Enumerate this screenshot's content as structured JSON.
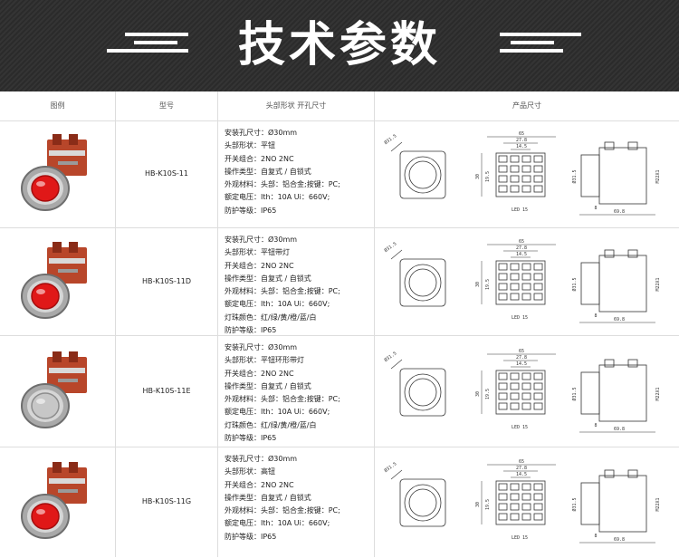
{
  "banner": {
    "title": "技术参数"
  },
  "header": {
    "col1": "图例",
    "col2": "型号",
    "col3": "头部形状  开孔尺寸",
    "col4": "产品尺寸"
  },
  "rows": [
    {
      "model": "HB-K10S-11",
      "specs": [
        "安装孔尺寸：Ø30mm",
        "头部形状：平钮",
        "开关组合：2NO 2NC",
        "操作类型：自复式 / 自锁式",
        "外观材料：头部：铝合金;按键：PC;",
        "额定电压：Ith：10A Ui：660V;",
        "防护等级：IP65"
      ]
    },
    {
      "model": "HB-K10S-11D",
      "specs": [
        "安装孔尺寸：Ø30mm",
        "头部形状：平钮带灯",
        "开关组合：2NO 2NC",
        "操作类型：自复式 / 自锁式",
        "外观材料：头部：铝合金;按键：PC;",
        "额定电压：Ith：10A Ui：660V;",
        "灯珠颜色：红/绿/黄/橙/蓝/白",
        "防护等级：IP65"
      ]
    },
    {
      "model": "HB-K10S-11E",
      "specs": [
        "安装孔尺寸：Ø30mm",
        "头部形状：平钮环形带灯",
        "开关组合：2NO 2NC",
        "操作类型：自复式 / 自锁式",
        "外观材料：头部：铝合金;按键：PC;",
        "额定电压：Ith：10A Ui：660V;",
        "灯珠颜色：红/绿/黄/橙/蓝/白",
        "防护等级：IP65"
      ]
    },
    {
      "model": "HB-K10S-11G",
      "specs": [
        "安装孔尺寸：Ø30mm",
        "头部形状：高钮",
        "开关组合：2NO 2NC",
        "操作类型：自复式 / 自锁式",
        "外观材料：头部：铝合金;按键：PC;",
        "额定电压：Ith：10A Ui：660V;",
        "防护等级：IP65"
      ]
    }
  ],
  "drawing_labels": {
    "overall": "65",
    "inner1": "27.8",
    "inner2": "14.5",
    "height": "30",
    "side": "19.5",
    "dia": "Ø31.5",
    "m": "M22X1",
    "len1": "69.8",
    "gap": "8",
    "lead": "LED 15"
  }
}
